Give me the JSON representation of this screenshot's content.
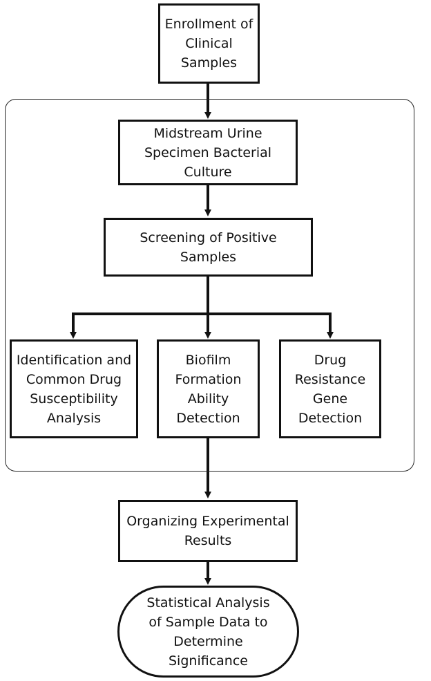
{
  "nodes": {
    "enrollment": "Enrollment of\nClinical\nSamples",
    "culture": "Midstream Urine\nSpecimen Bacterial Culture",
    "screening": "Screening of Positive Samples",
    "identification": "Identification and\nCommon Drug\nSusceptibility\nAnalysis",
    "biofilm": "Biofilm\nFormation\nAbility\nDetection",
    "resistance": "Drug\nResistance\nGene\nDetection",
    "organizing": "Organizing Experimental\nResults",
    "statistical": "Statistical Analysis\nof Sample Data to\nDetermine\nSignificance"
  },
  "colors": {
    "stroke": "#111111",
    "frame": "#222222",
    "background": "#ffffff"
  }
}
